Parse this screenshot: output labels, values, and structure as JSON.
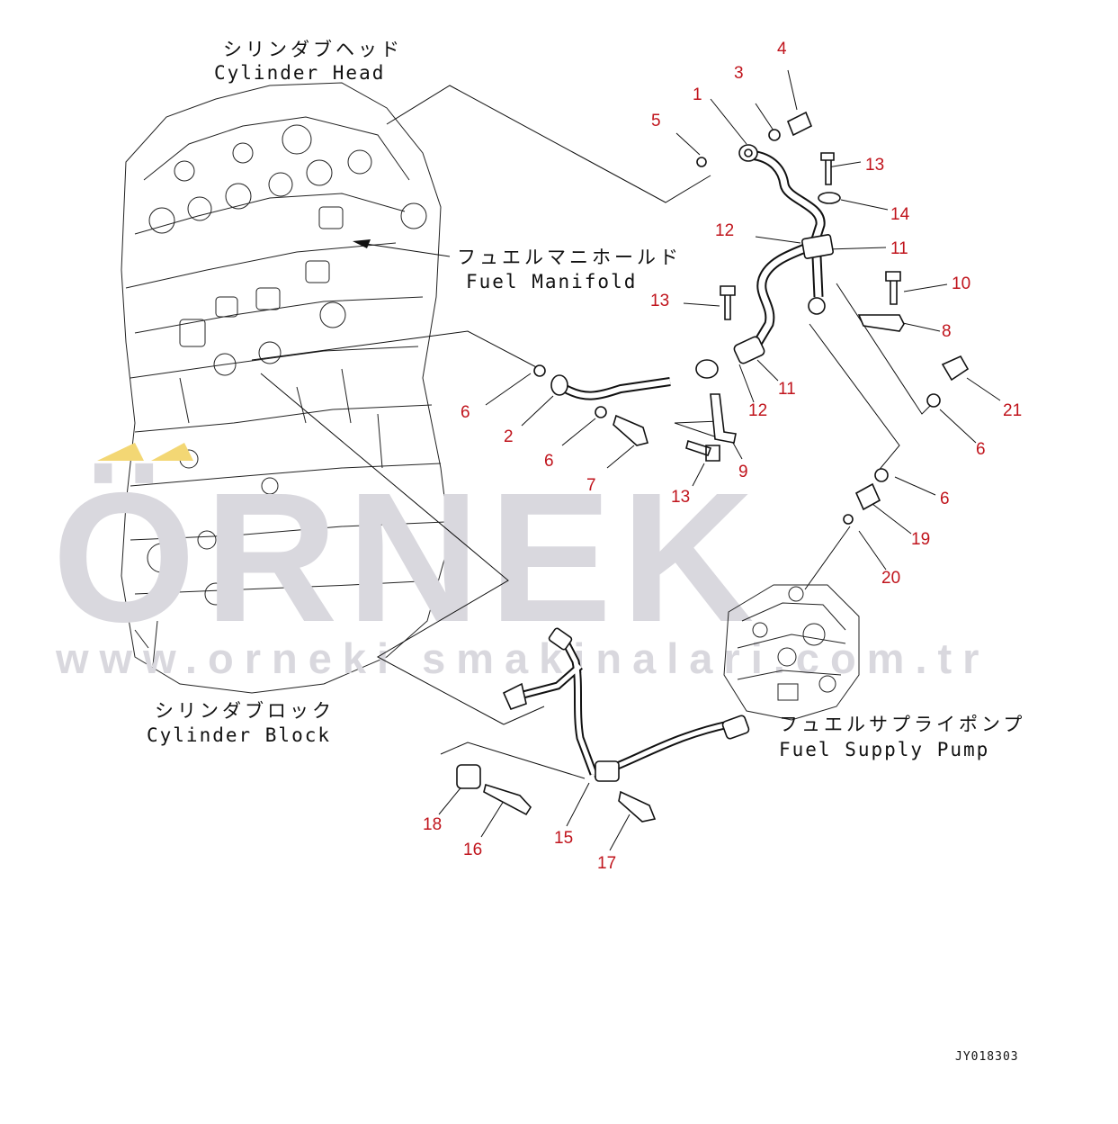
{
  "labels": {
    "cylinder_head_jp": "シリンダブヘッド",
    "cylinder_head_en": "Cylinder Head",
    "fuel_manifold_jp": "フュエルマニホールド",
    "fuel_manifold_en": "Fuel Manifold",
    "cylinder_block_jp": "シリンダブロック",
    "cylinder_block_en": "Cylinder Block",
    "supply_pump_jp": "フュエルサプライポンプ",
    "supply_pump_en": "Fuel Supply Pump"
  },
  "callouts": [
    "4",
    "3",
    "1",
    "5",
    "13",
    "14",
    "12",
    "11",
    "10",
    "8",
    "13",
    "21",
    "6",
    "2",
    "6",
    "7",
    "11",
    "12",
    "9",
    "13",
    "6",
    "19",
    "20",
    "18",
    "16",
    "15",
    "17"
  ],
  "watermark": {
    "brand": "ÖRNEK",
    "url": "www.orneki smakinalari.com.tr"
  },
  "figure_code": "JY018303",
  "colors": {
    "callout": "#c0141c",
    "watermark": "#d9d8de",
    "watermark_accent": "#f3d774",
    "line": "#111111"
  }
}
